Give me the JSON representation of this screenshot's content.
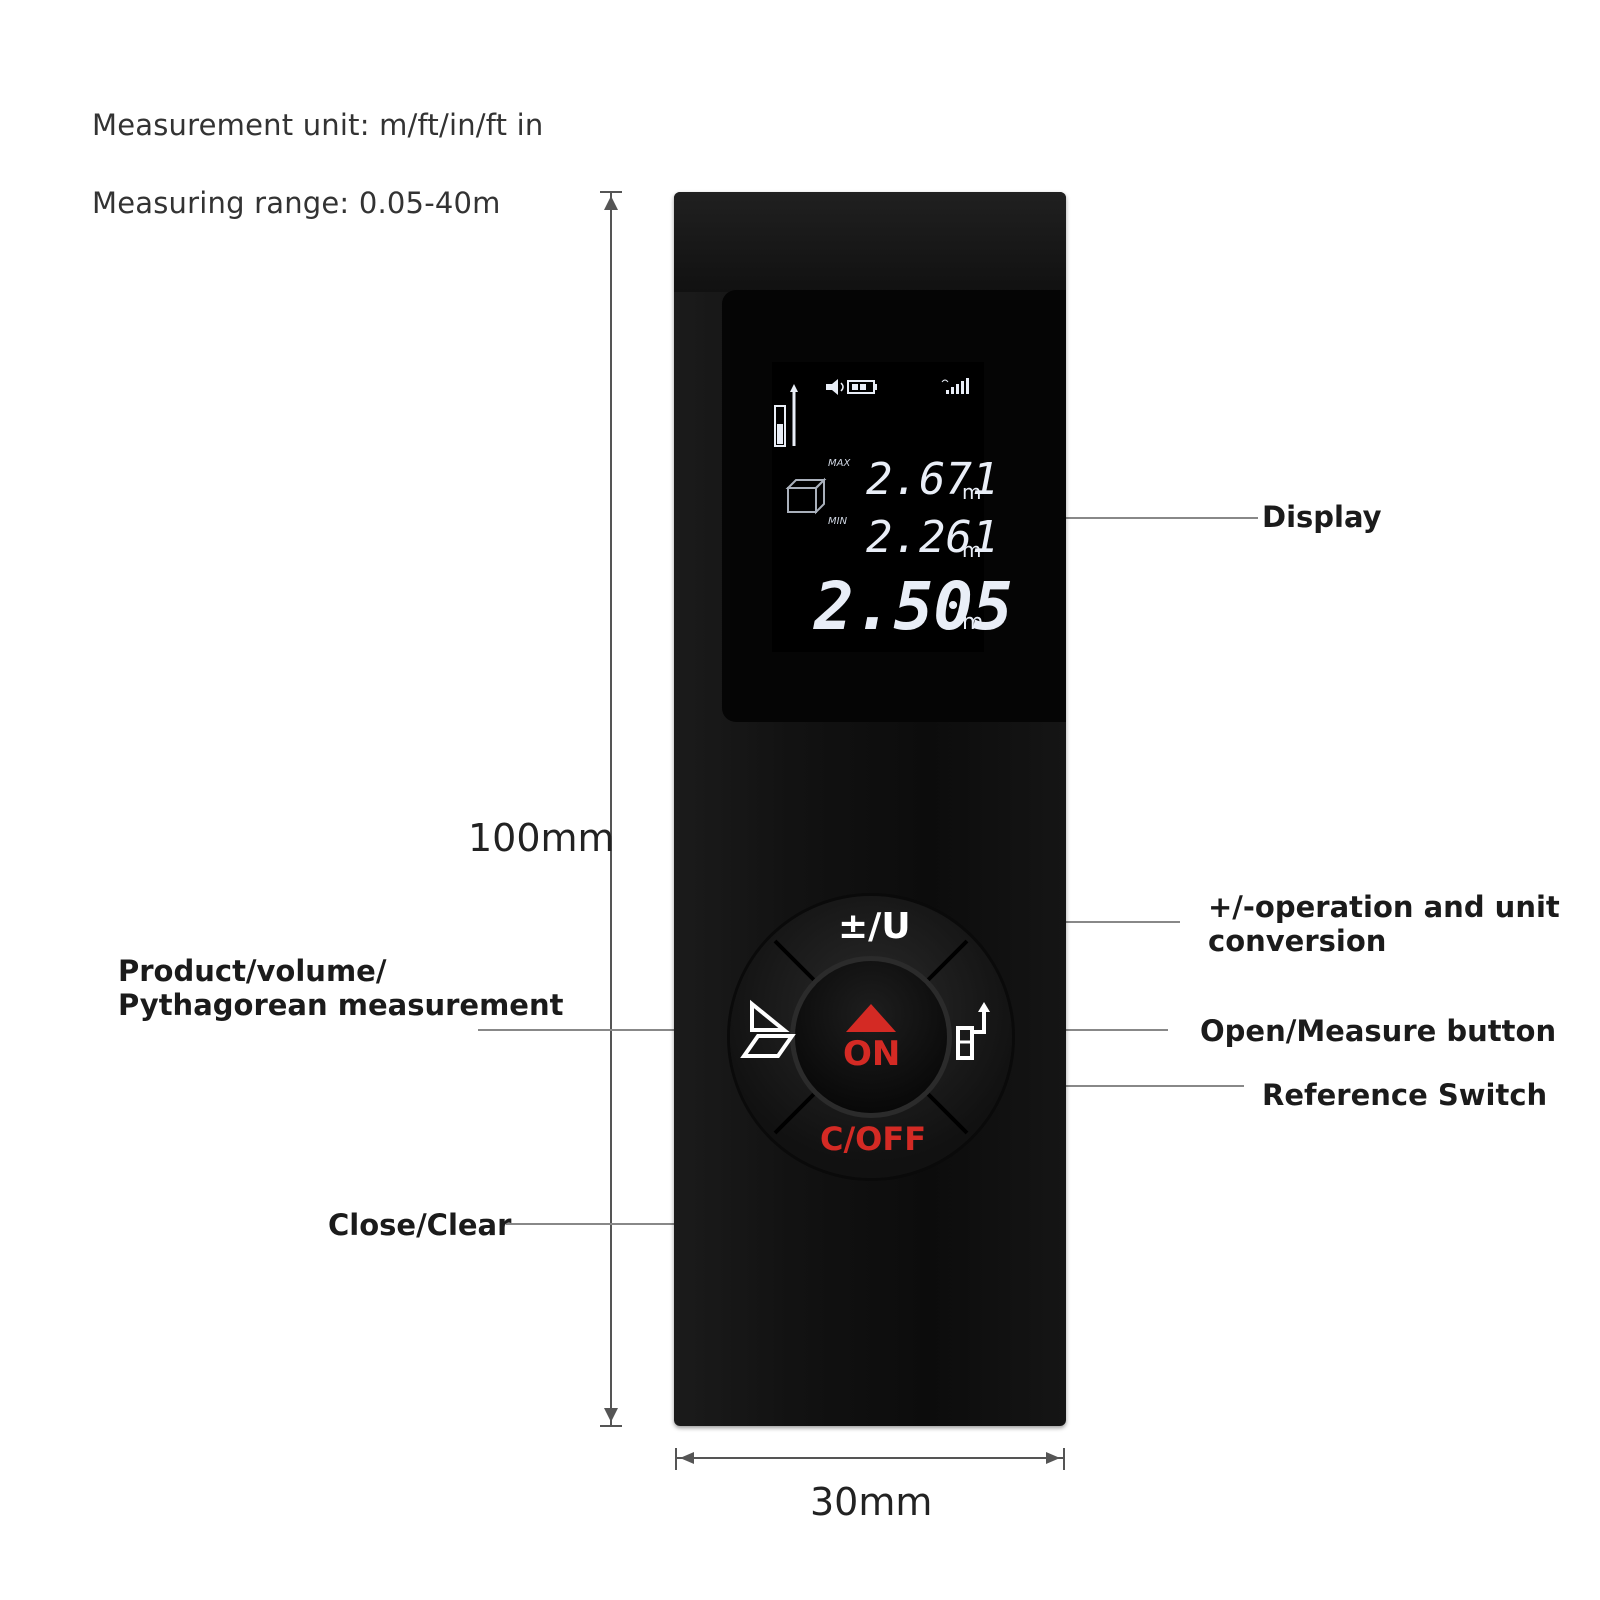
{
  "specs": {
    "unit": "Measurement unit: m/ft/in/ft in",
    "range": "Measuring range: 0.05-40m"
  },
  "dimensions": {
    "height": "100mm",
    "width": "30mm"
  },
  "callouts": {
    "display": "Display",
    "unit_conversion_line1": "+/-operation and unit",
    "unit_conversion_line2": "conversion",
    "product_line1": "Product/volume/",
    "product_line2": "Pythagorean measurement",
    "open_measure": "Open/Measure button",
    "reference_switch": "Reference Switch",
    "close_clear": "Close/Clear"
  },
  "screen": {
    "max_label": "MAX",
    "min_label": "MIN",
    "max_value": "2.671",
    "min_value": "2.261",
    "main_value": "2.505",
    "unit": "m"
  },
  "buttons": {
    "top": "±/U",
    "center": "ON",
    "bottom": "C/OFF"
  },
  "colors": {
    "on_red": "#d42a24",
    "lcd_text": "#e9eef7"
  }
}
